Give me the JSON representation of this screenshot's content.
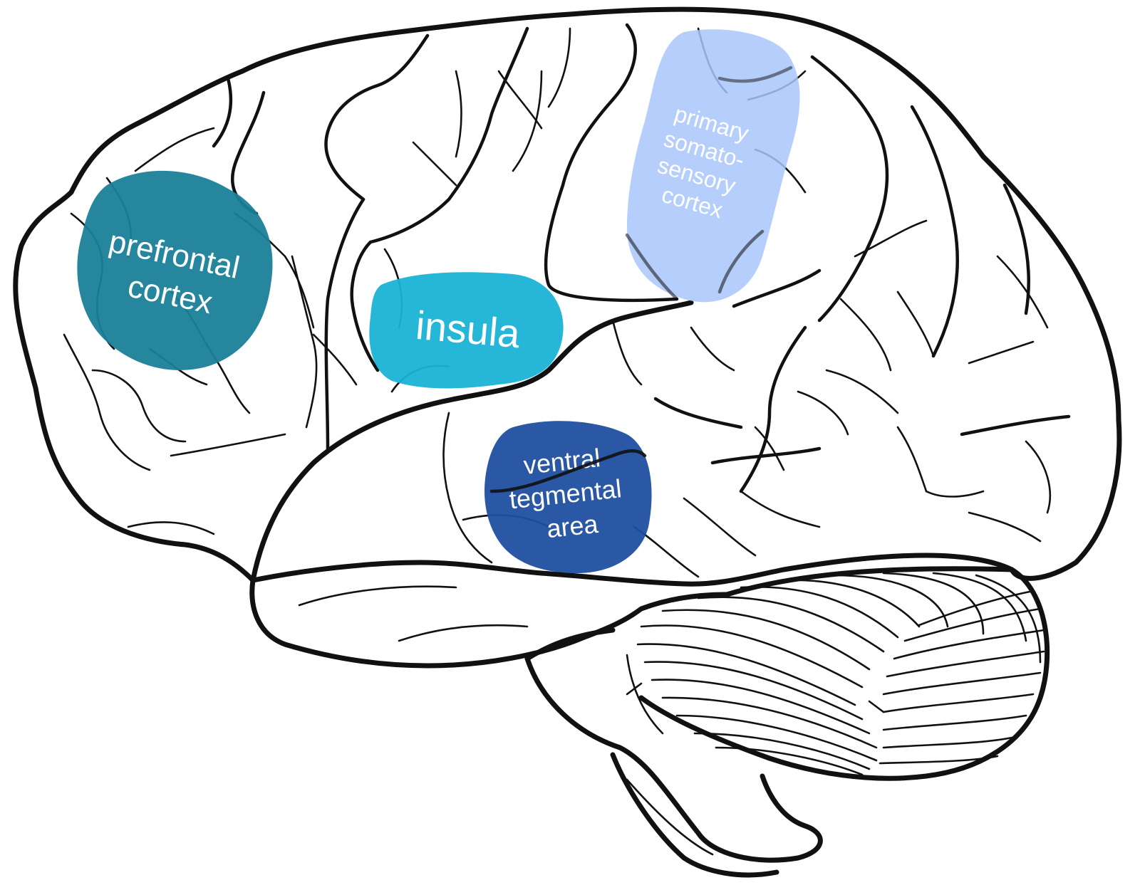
{
  "regions": [
    {
      "id": "prefrontal",
      "lines": [
        "prefrontal",
        "cortex"
      ],
      "color": "#1a7f98"
    },
    {
      "id": "insula",
      "lines": [
        "insula"
      ],
      "color": "#1ab3d6"
    },
    {
      "id": "somatosensory",
      "lines": [
        "primary",
        "somato-",
        "sensory",
        "cortex"
      ],
      "color": "#a9c6fa"
    },
    {
      "id": "vta",
      "lines": [
        "ventral",
        "tegmental",
        "area"
      ],
      "color": "#1f4fa0"
    }
  ]
}
